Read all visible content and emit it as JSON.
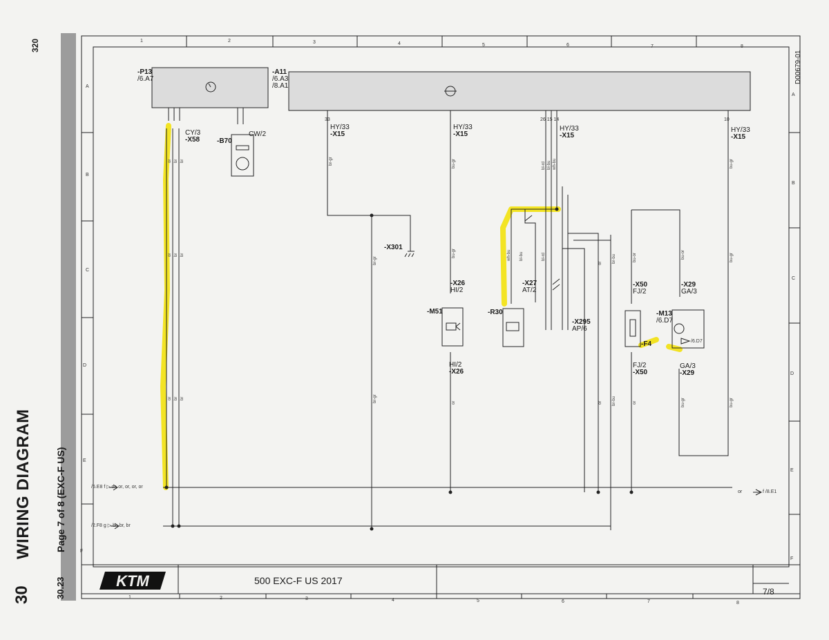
{
  "page": {
    "top_page_number": "320",
    "section_title": "WIRING DIAGRAM",
    "chapter_number": "30",
    "page_caption": "Page 7 of 8 (EXC-F US)",
    "section_code": "30.23",
    "document_id": "D00679-01",
    "model_title": "500 EXC-F US 2017",
    "sheet_index": "7/8",
    "brand_logo_text": "KTM"
  },
  "grid": {
    "columns_top": [
      "1",
      "2",
      "3",
      "4",
      "5",
      "6",
      "7",
      "8"
    ],
    "columns_bottom": [
      "1",
      "2",
      "3",
      "4",
      "5",
      "6",
      "7",
      "8"
    ],
    "rows": [
      "A",
      "B",
      "C",
      "D",
      "E",
      "F"
    ]
  },
  "components": {
    "p13": {
      "name": "-P13",
      "ref": "/6.A7"
    },
    "a11": {
      "name": "-A11",
      "ref1": "/6.A3",
      "ref2": "/8.A1"
    },
    "x58": {
      "name": "-X58",
      "spec": "CY/3"
    },
    "b70": {
      "name": "-B70",
      "spec": "CW/2"
    },
    "x15_1": {
      "pin": "33",
      "spec": "HY/33",
      "name": "-X15"
    },
    "x15_2": {
      "spec": "HY/33",
      "name": "-X15"
    },
    "x15_3": {
      "pins": "26 15 14",
      "spec": "HY/33",
      "name": "-X15"
    },
    "x15_4": {
      "pin": "10",
      "spec": "HY/33",
      "name": "-X15"
    },
    "x301": {
      "name": "-X301"
    },
    "x26_top": {
      "name": "-X26",
      "spec": "HI/2"
    },
    "m51": {
      "name": "-M51"
    },
    "x26_bot": {
      "spec": "HI/2",
      "name": "-X26"
    },
    "x27": {
      "name": "-X27",
      "spec": "AT/2"
    },
    "r30": {
      "name": "-R30"
    },
    "x295": {
      "name": "-X295",
      "spec": "AP/6"
    },
    "x50_top": {
      "name": "-X50",
      "spec": "FJ/2"
    },
    "f4": {
      "name": "-F4"
    },
    "x50_bot": {
      "spec": "FJ/2",
      "name": "-X50"
    },
    "x29_top": {
      "name": "-X29",
      "spec": "GA/3"
    },
    "m13": {
      "name": "-M13",
      "ref": "/6.D7",
      "inner_ref": "/6.D7"
    },
    "x29_bot": {
      "spec": "GA/3",
      "name": "-X29"
    }
  },
  "wire_colors": {
    "or": "or",
    "br": "br",
    "bu_gr": "bu-gr",
    "br_gr": "br-gr",
    "bl_rd": "bl-rd",
    "bl_bu": "bl-bu",
    "wh_bu": "wh-bu",
    "br_bu": "br-bu",
    "bu_or": "bu-or",
    "br_or": "br-or"
  },
  "cross_refs": {
    "left1": {
      "ref": "/6.E8",
      "letter": "f",
      "wires": "or, or, or, or, or"
    },
    "left2": {
      "ref": "/2.F8",
      "letter": "g",
      "wires": "br, br, br"
    },
    "right1": {
      "wire": "or",
      "letter": "f",
      "ref": "/8.E1"
    }
  },
  "colors": {
    "highlight": "#f2e000",
    "line": "#222222",
    "band": "#9c9c9c",
    "paper": "#f3f3f1"
  }
}
